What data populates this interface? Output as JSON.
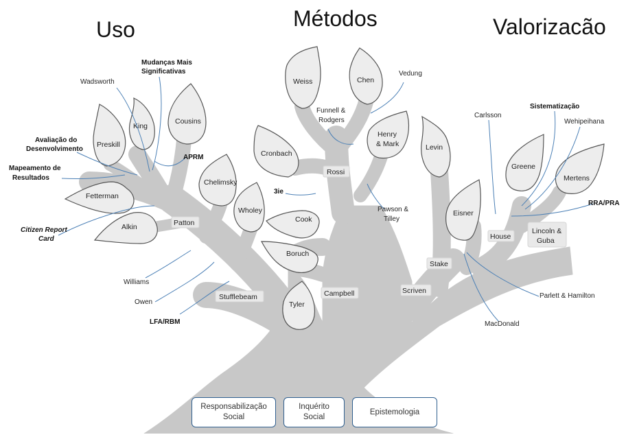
{
  "titles": {
    "left": "Uso",
    "center": "Métodos",
    "right": "Valorizacão"
  },
  "leaves": {
    "weiss": "Weiss",
    "chen": "Chen",
    "cronbach": "Cronbach",
    "henry_1": "Henry",
    "henry_2": "& Mark",
    "levin": "Levin",
    "preskill": "Preskill",
    "king": "King",
    "cousins": "Cousins",
    "chelimsky": "Chelimsky",
    "wholey": "Wholey",
    "cook": "Cook",
    "boruch": "Boruch",
    "tyler": "Tyler",
    "fetterman": "Fetterman",
    "alkin": "Alkin",
    "eisner": "Eisner",
    "greene": "Greene",
    "mertens": "Mertens"
  },
  "branch_labels": {
    "rossi": "Rossi",
    "patton": "Patton",
    "stufflebeam": "Stufflebeam",
    "campbell": "Campbell",
    "scriven": "Scriven",
    "stake": "Stake",
    "house": "House",
    "lincoln_1": "Lincoln  &",
    "lincoln_2": "Guba"
  },
  "annotations": {
    "mudancas_1": "Mudanças Mais",
    "mudancas_2": "Significativas",
    "wadsworth": "Wadsworth",
    "avaliacao_1": "Avaliação  do",
    "avaliacao_2": "Desenvolvimento",
    "aprm": "APRM",
    "mapeamento_1": "Mapeamento de",
    "mapeamento_2": "Resultados",
    "citizen_1": "Citizen Report",
    "citizen_2": "Card",
    "williams": "Williams",
    "owen": "Owen",
    "lfa": "LFA/RBM",
    "vedung": "Vedung",
    "funnell_1": "Funnell &",
    "funnell_2": "Rodgers",
    "three_ie": "3ie",
    "pawson_1": "Pawson &",
    "pawson_2": "Tilley",
    "carlsson": "Carlsson",
    "sistematizacao": "Sistematização",
    "wehipeihana": "Wehipeihana",
    "rra": "RRA/PRA",
    "parlett": "Parlett & Hamilton",
    "macdonald": "MacDonald"
  },
  "roots": {
    "responsabilizacao_1": "Responsabilização",
    "responsabilizacao_2": "Social",
    "inquerito_1": "Inquérito",
    "inquerito_2": "Social",
    "epistemologia": "Epistemologia"
  },
  "colors": {
    "trunk": "#c8c8c8",
    "leaf_fill": "#ededed",
    "leaf_stroke": "#555555",
    "connector": "#4a7fb5",
    "root_border": "#2f5f8f"
  }
}
